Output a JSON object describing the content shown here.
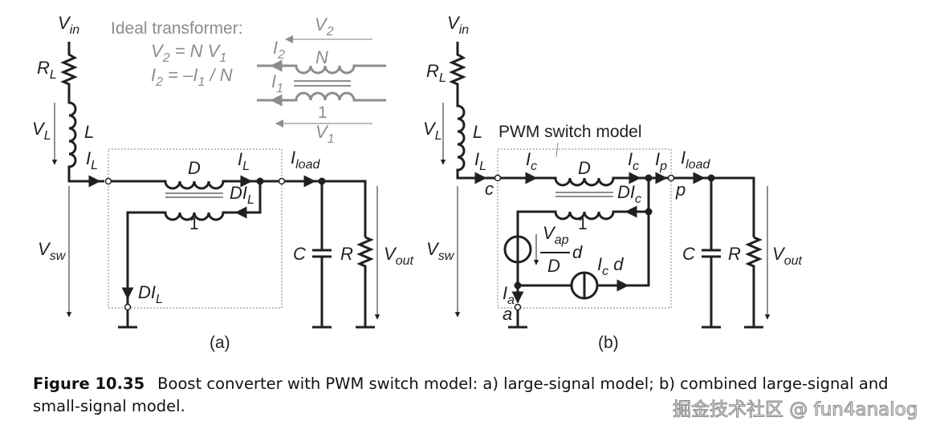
{
  "figure": {
    "panel_a": {
      "tag": "(a)",
      "labels": {
        "vin": {
          "main": "V",
          "sub": "in"
        },
        "rl": {
          "main": "R",
          "sub": "L"
        },
        "vl": {
          "main": "V",
          "sub": "L"
        },
        "l": "L",
        "il_in": {
          "main": "I",
          "sub": "L"
        },
        "vsw": {
          "main": "V",
          "sub": "sw"
        },
        "d_ratio": "D",
        "il_out": {
          "main": "I",
          "sub": "L"
        },
        "dil_right": {
          "main": "DI",
          "sub": "L"
        },
        "one": "1",
        "dil_bottom": {
          "main": "DI",
          "sub": "L"
        },
        "iload": {
          "main": "I",
          "sub": "load"
        },
        "c": "C",
        "r": "R",
        "vout": {
          "main": "V",
          "sub": "out"
        }
      }
    },
    "inset": {
      "title": "Ideal transformer:",
      "eq1": {
        "lhs_main": "V",
        "lhs_sub": "2",
        "rhs": " = N V",
        "rhs_sub": "1"
      },
      "eq2": {
        "lhs_main": "I",
        "lhs_sub": "2",
        "rhs": " = –I",
        "rhs_sub": "1",
        "tail": " / N"
      },
      "v2": {
        "main": "V",
        "sub": "2"
      },
      "i2": {
        "main": "I",
        "sub": "2"
      },
      "n": "N",
      "i1": {
        "main": "I",
        "sub": "1"
      },
      "one": "1",
      "v1": {
        "main": "V",
        "sub": "1"
      }
    },
    "panel_b": {
      "tag": "(b)",
      "title": "PWM switch model",
      "labels": {
        "vin": {
          "main": "V",
          "sub": "in"
        },
        "rl": {
          "main": "R",
          "sub": "L"
        },
        "vl": {
          "main": "V",
          "sub": "L"
        },
        "l": "L",
        "il_in": {
          "main": "I",
          "sub": "L"
        },
        "node_c": "c",
        "vsw": {
          "main": "V",
          "sub": "sw"
        },
        "ic_left": {
          "main": "I",
          "sub": "c"
        },
        "d_ratio": "D",
        "ic_right": {
          "main": "I",
          "sub": "c"
        },
        "ip": {
          "main": "I",
          "sub": "p"
        },
        "dic": {
          "main": "DI",
          "sub": "c"
        },
        "one": "1",
        "vap_num": {
          "main": "V",
          "sub": "ap"
        },
        "vap_den": "D",
        "vap_d": "d",
        "icd": {
          "main": "I",
          "sub": "c",
          "tail": " d"
        },
        "ia": {
          "main": "I",
          "sub": "a"
        },
        "node_a": "a",
        "node_p": "p",
        "iload": {
          "main": "I",
          "sub": "load"
        },
        "c": "C",
        "r": "R",
        "vout": {
          "main": "V",
          "sub": "out"
        }
      }
    }
  },
  "caption": {
    "number": "Figure 10.35",
    "text": "Boost converter with PWM switch model: a) large-signal model; b) combined large-signal and small-signal model."
  },
  "watermark": "掘金技术社区 @ fun4analog"
}
